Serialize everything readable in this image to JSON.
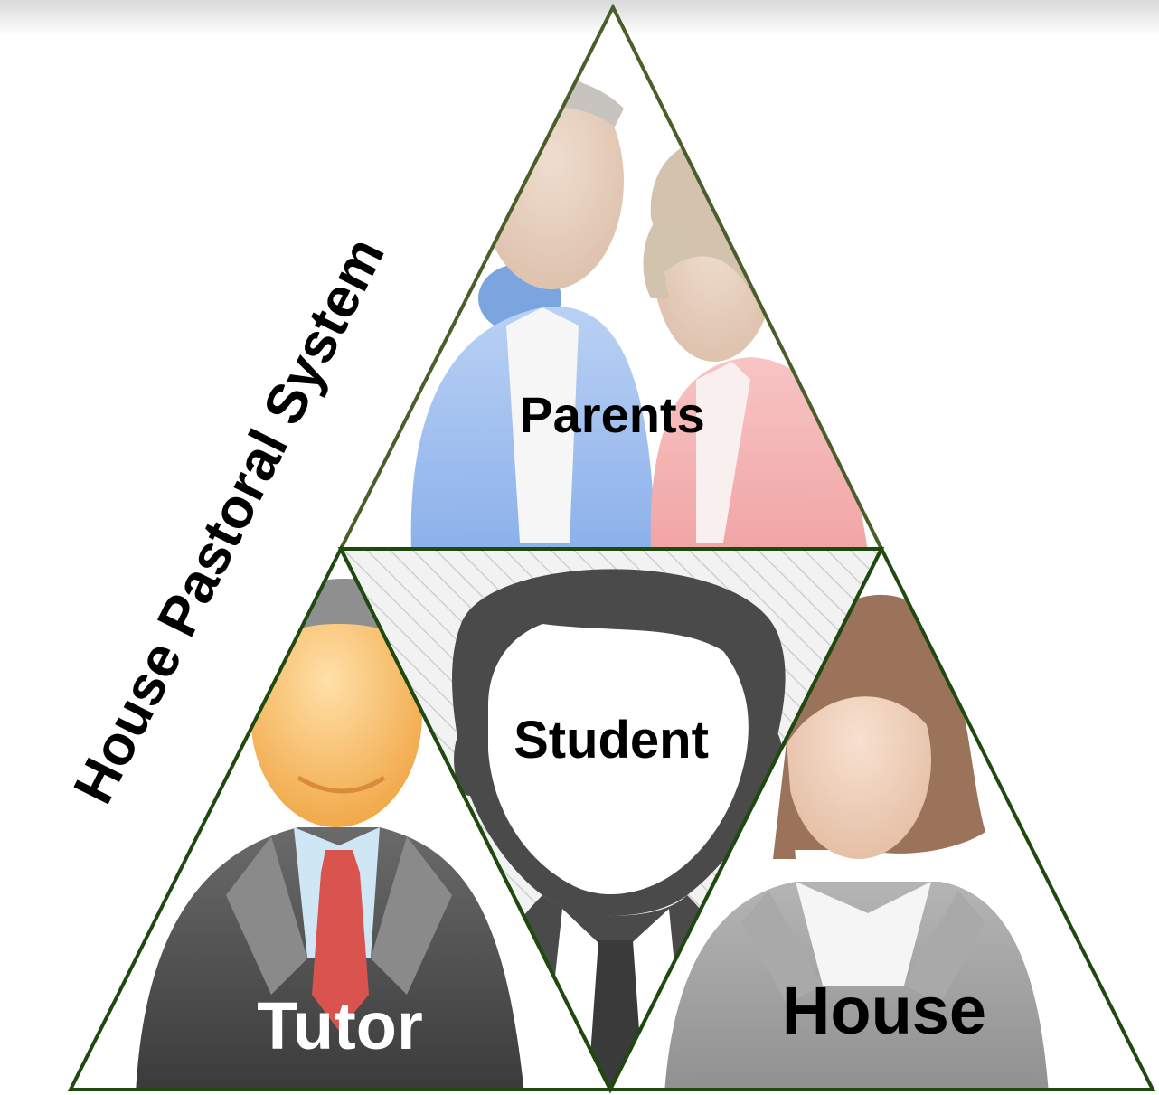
{
  "diagram": {
    "title": "House Pastoral System",
    "nodes": {
      "top": {
        "label": "Parents",
        "icon": "parents-icon"
      },
      "center": {
        "label": "Student",
        "icon": "student-icon"
      },
      "left": {
        "label": "Tutor",
        "icon": "tutor-icon"
      },
      "right": {
        "label": "House",
        "icon": "house-staff-icon"
      }
    }
  },
  "colors": {
    "outline": "#1f4a0f",
    "outline_top": "#4a5e2a",
    "label": "#000000",
    "tutor_label": "#ffffff",
    "student_icon": "#4a4a4a"
  }
}
